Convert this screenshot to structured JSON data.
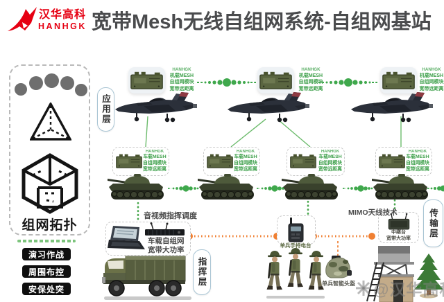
{
  "header": {
    "logo_cn": "汉华高科",
    "logo_en": "HANHGK",
    "title": "宽带Mesh无线自组网系统-自组网基站"
  },
  "layers": {
    "application": "应用层",
    "transport": "传输层",
    "command": "指挥层"
  },
  "sidebar": {
    "topology_title": "组网拓扑",
    "buttons": [
      {
        "label": "演习作战"
      },
      {
        "label": "周围布控"
      },
      {
        "label": "安保处突"
      }
    ]
  },
  "module_labels": {
    "airborne": {
      "brand": "HANHGK",
      "l1": "机载MESH",
      "l2": "自组网模块",
      "l3": "宽带远距离"
    },
    "vehicle": {
      "brand": "HANHGK",
      "l1": "车载MESH",
      "l2": "自组网模块",
      "l3": "宽带远距离"
    }
  },
  "annotations": {
    "av_dispatch": "音视频指挥调度",
    "vehicle_net_l1": "车载自组网",
    "vehicle_net_l2": "宽带大功率",
    "mimo": "MIMO天线技术",
    "handheld_radio": "单兵手持电台",
    "smart_helmet": "单兵智能头盔",
    "relay_l1": "中继台",
    "relay_l2": "宽带大功率"
  },
  "watermark": {
    "text": "@汉华高科"
  },
  "colors": {
    "brand_red": "#e60012",
    "link_green": "#3fa84c",
    "link_orange": "#f08033",
    "title_gray": "#4a4b4d"
  }
}
